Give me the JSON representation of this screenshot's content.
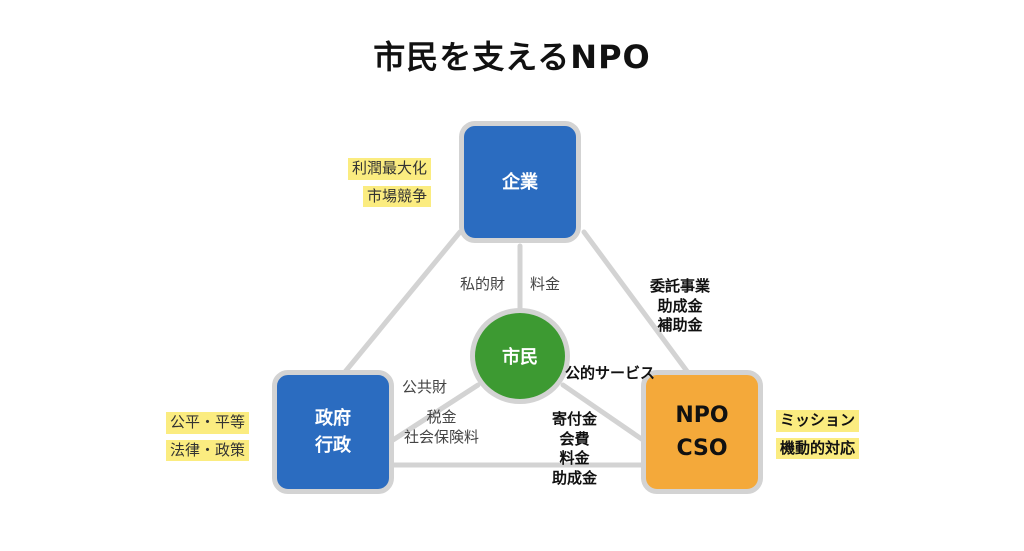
{
  "title": "市民を支えるNPO",
  "nodes": {
    "company": "企業",
    "citizen": "市民",
    "government": [
      "政府",
      "行政"
    ],
    "npo": [
      "NPO",
      "CSO"
    ]
  },
  "side_labels": {
    "company": [
      "利潤最大化",
      "市場競争"
    ],
    "government": [
      "公平・平等",
      "法律・政策"
    ],
    "npo": [
      "ミッション",
      "機動的対応"
    ]
  },
  "edge_labels": {
    "company_citizen_left": "私的財",
    "company_citizen_right": "料金",
    "company_npo": [
      "委託事業",
      "助成金",
      "補助金"
    ],
    "citizen_npo": "公的サービス",
    "gov_citizen": "公共財",
    "citizen_gov": [
      "税金",
      "社会保険料"
    ],
    "citizen_npo_funds": [
      "寄付金",
      "会費",
      "料金",
      "助成金"
    ]
  },
  "colors": {
    "company": "#2b6cc0",
    "government": "#2b6cc0",
    "citizen": "#3d9a32",
    "npo": "#f4a93a",
    "highlight": "#fbec80",
    "connector": "#d3d3d3"
  }
}
